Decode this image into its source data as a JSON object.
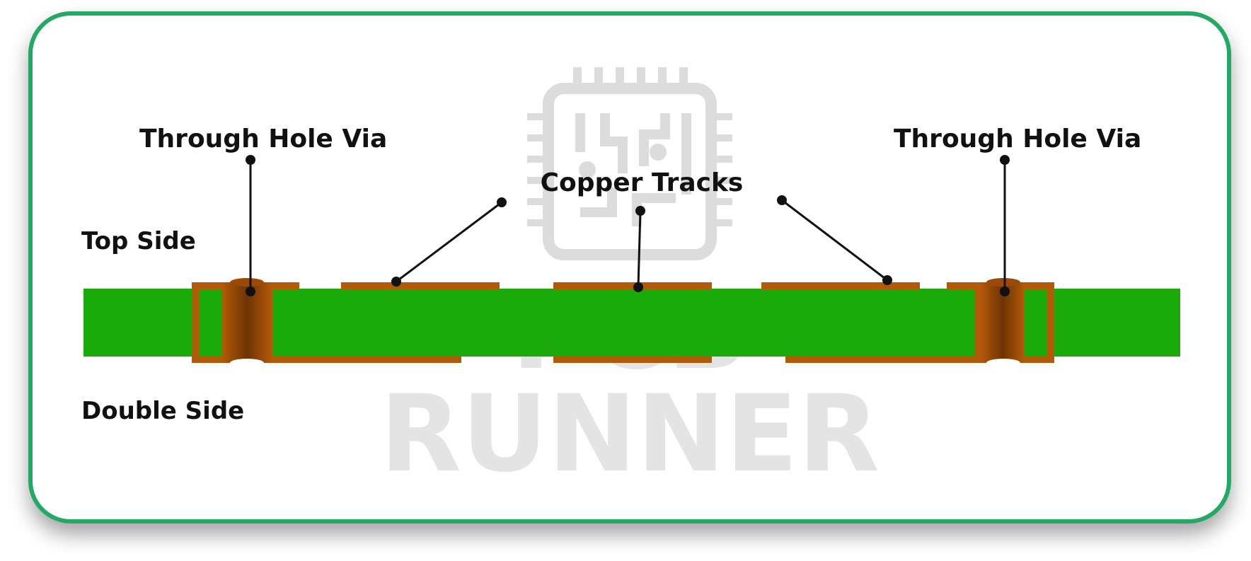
{
  "labels": {
    "via_left": "Through Hole Via",
    "via_right": "Through Hole Via",
    "copper_tracks": "Copper Tracks",
    "top_side": "Top Side",
    "double_side": "Double Side"
  },
  "watermark": {
    "line1": "PCB",
    "line2": "RUNNER",
    "icon": "circuit-chip-icon"
  },
  "colors": {
    "border": "#24a865",
    "substrate": "#1aaa0a",
    "copper": "#b35a08",
    "via_dark": "#7a3a06",
    "leader": "#111111",
    "watermark": "#d9d9d9"
  }
}
